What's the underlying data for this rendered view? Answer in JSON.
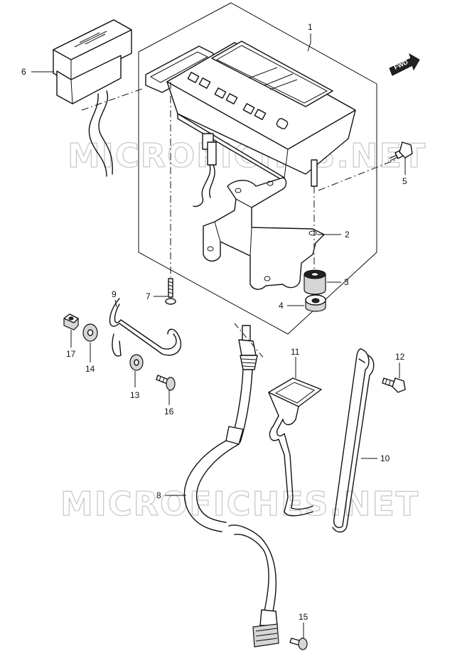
{
  "watermark": "MICROFICHES.NET",
  "fwd_label": "FWD",
  "callouts": [
    {
      "id": "1",
      "label": "1"
    },
    {
      "id": "2",
      "label": "2"
    },
    {
      "id": "3",
      "label": "3"
    },
    {
      "id": "4",
      "label": "4"
    },
    {
      "id": "5",
      "label": "5"
    },
    {
      "id": "6",
      "label": "6"
    },
    {
      "id": "7",
      "label": "7"
    },
    {
      "id": "8",
      "label": "8"
    },
    {
      "id": "9",
      "label": "9"
    },
    {
      "id": "10",
      "label": "10"
    },
    {
      "id": "11",
      "label": "11"
    },
    {
      "id": "12",
      "label": "12"
    },
    {
      "id": "13",
      "label": "13"
    },
    {
      "id": "14",
      "label": "14"
    },
    {
      "id": "15",
      "label": "15"
    },
    {
      "id": "16",
      "label": "16"
    },
    {
      "id": "17",
      "label": "17"
    }
  ]
}
